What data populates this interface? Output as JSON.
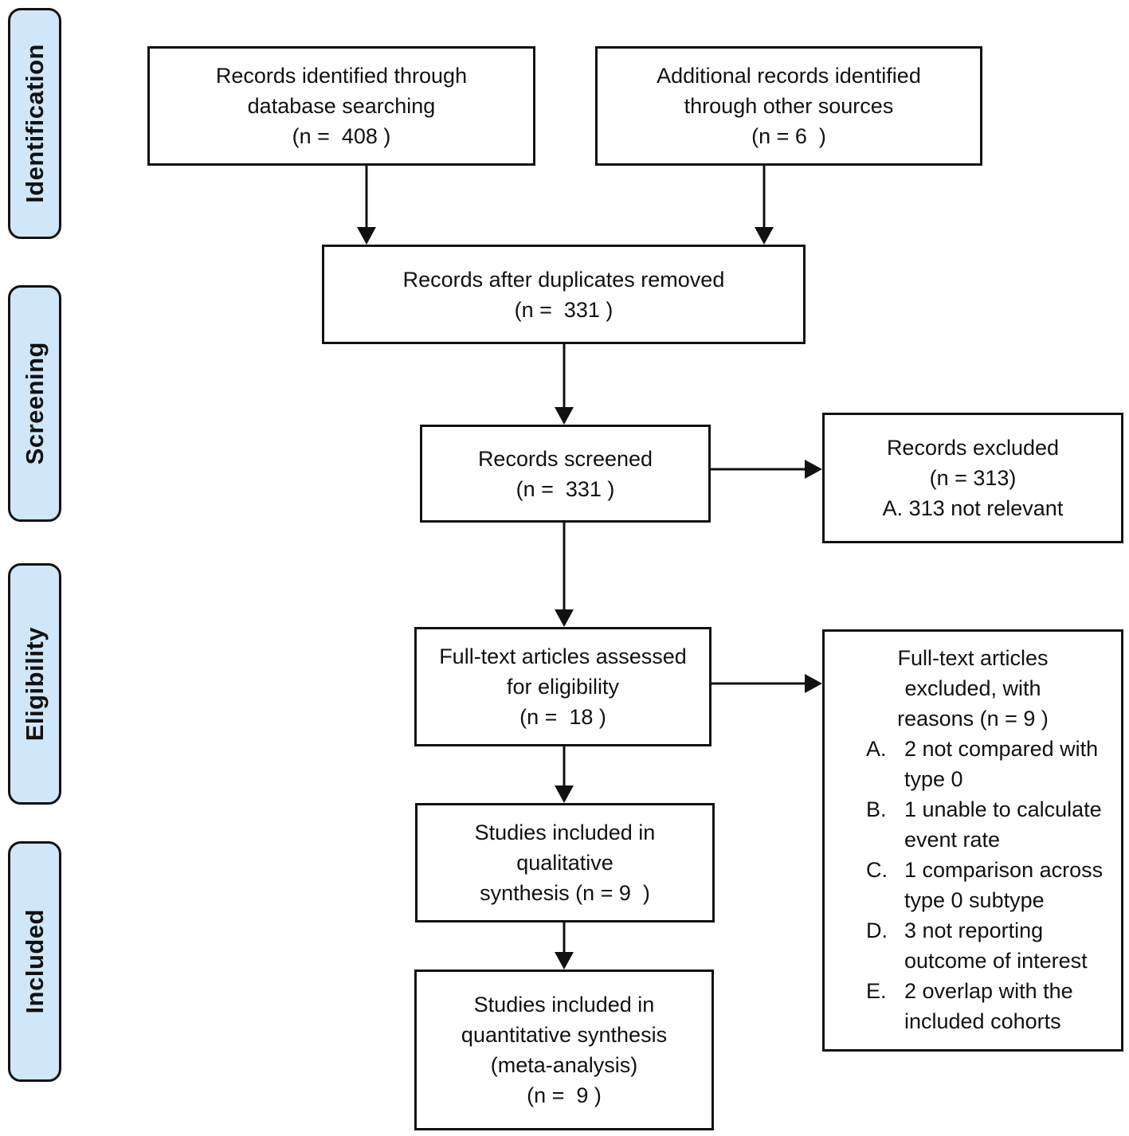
{
  "sidebar": {
    "stages": [
      {
        "label": "Identification"
      },
      {
        "label": "Screening"
      },
      {
        "label": "Eligibility"
      },
      {
        "label": "Included"
      }
    ]
  },
  "boxes": {
    "identified": {
      "text": "Records identified through\ndatabase searching\n(n =  408 )"
    },
    "additional": {
      "text": "Additional records identified\nthrough other sources\n(n = 6  )"
    },
    "deduplicated": {
      "text": "Records after duplicates removed\n(n =  331 )"
    },
    "screened": {
      "text": "Records screened\n(n =  331 )"
    },
    "records_excluded": {
      "text": "Records excluded\n(n = 313)\nA. 313 not relevant"
    },
    "fulltext_assessed": {
      "text": "Full-text articles assessed\nfor eligibility\n(n =  18 )"
    },
    "fulltext_excluded": {
      "heading": "Full-text articles\nexcluded, with\nreasons (n = 9 )",
      "reasons": [
        {
          "label": "A.",
          "text": "2 not compared with type 0"
        },
        {
          "label": "B.",
          "text": "1 unable to calculate event rate"
        },
        {
          "label": "C.",
          "text": "1 comparison across type 0 subtype"
        },
        {
          "label": "D.",
          "text": "3 not reporting outcome of interest"
        },
        {
          "label": "E.",
          "text": "2 overlap with the included cohorts"
        }
      ]
    },
    "qualitative": {
      "text": "Studies included in\nqualitative\nsynthesis (n = 9  )"
    },
    "quantitative": {
      "text": "Studies included in\nquantitative synthesis\n(meta-analysis)\n(n =  9 )"
    }
  },
  "colors": {
    "stage_fill": "#cfe7f8",
    "line": "#111111",
    "box_background": "#ffffff"
  }
}
